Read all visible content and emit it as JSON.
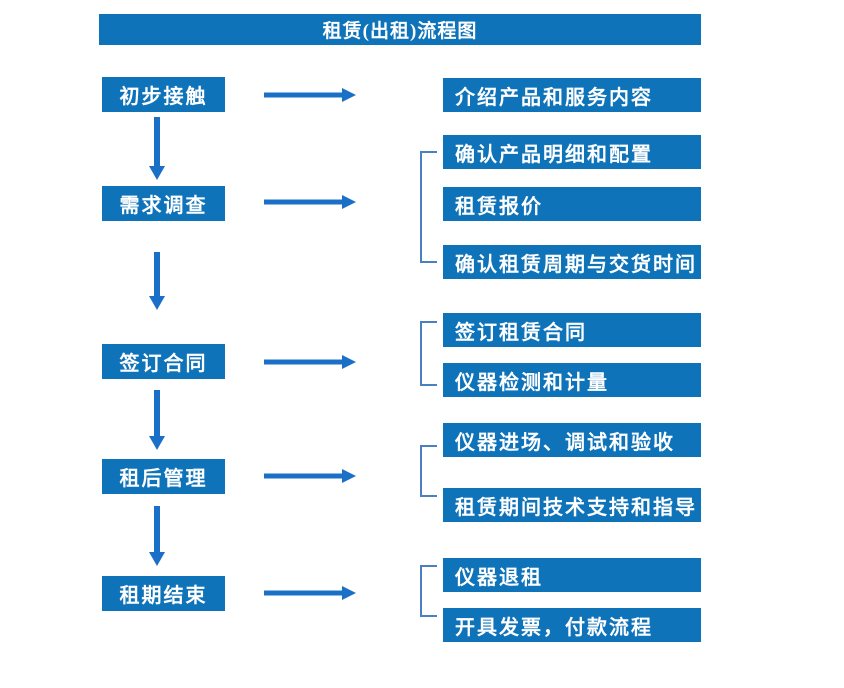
{
  "title": "租赁(出租)流程图",
  "steps": [
    {
      "label": "初步接触",
      "outputs": [
        "介绍产品和服务内容"
      ]
    },
    {
      "label": "需求调查",
      "outputs": [
        "确认产品明细和配置",
        "租赁报价",
        "确认租赁周期与交货时间"
      ]
    },
    {
      "label": "签订合同",
      "outputs": [
        "签订租赁合同",
        "仪器检测和计量"
      ]
    },
    {
      "label": "租后管理",
      "outputs": [
        "仪器进场、调试和验收",
        "租赁期间技术支持和指导"
      ]
    },
    {
      "label": "租期结束",
      "outputs": [
        "仪器退租",
        "开具发票，付款流程"
      ]
    }
  ],
  "colors": {
    "node_fill": "#0f73b9",
    "arrow": "#1a70c6",
    "bracket": "#4a7fc1",
    "node_text": "#ffffff",
    "background": "#ffffff"
  }
}
